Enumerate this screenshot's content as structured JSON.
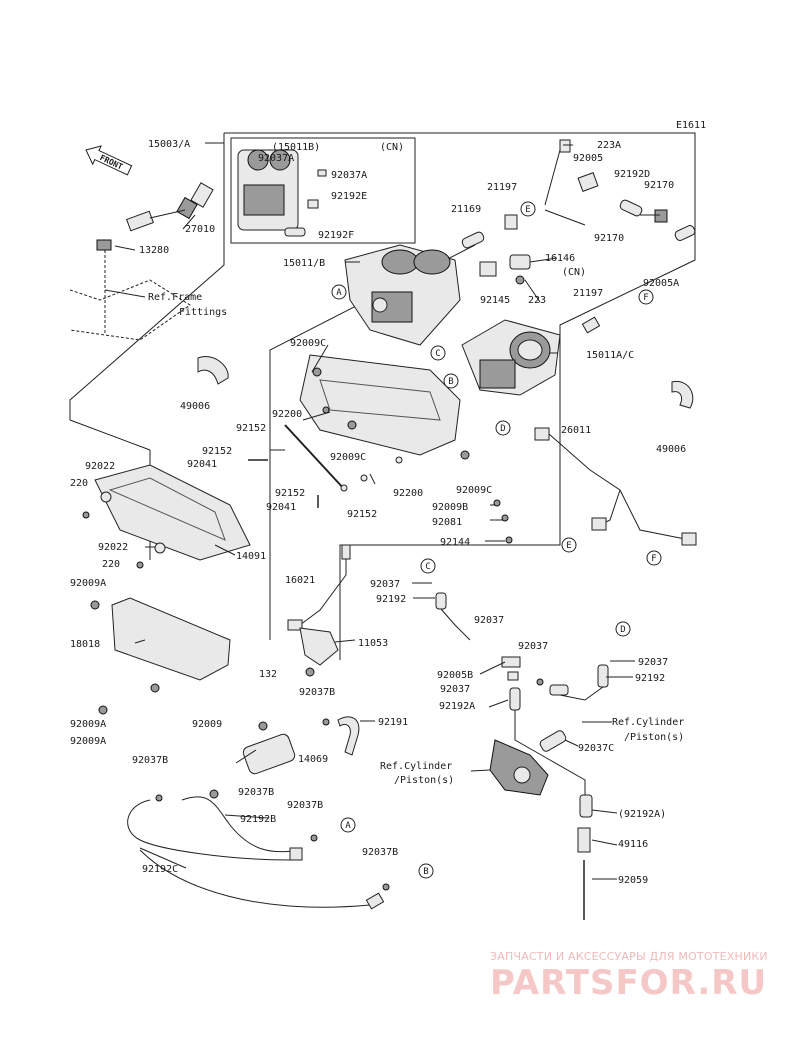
{
  "diagram_id": "E1611",
  "front_label": "FRONT",
  "cn_label": "(CN)",
  "refs": {
    "frame": [
      "Ref.Frame",
      "Fittings"
    ],
    "cyl_left": [
      "Ref.Cylinder",
      "/Piston(s)"
    ],
    "cyl_right": [
      "Ref.Cylinder",
      "/Piston(s)"
    ]
  },
  "labels": {
    "p15003A": "15003/A",
    "p15011B_inset": "(15011B)",
    "p92037A_inset1": "92037A",
    "p92037A_inset2": "92037A",
    "p92192E": "92192E",
    "p92192F": "92192F",
    "p27010": "27010",
    "p13280": "13280",
    "p15011B": "15011/B",
    "p21197a": "21197",
    "p21169": "21169",
    "p223A": "223A",
    "p92005": "92005",
    "p92192D": "92192D",
    "p92170a": "92170",
    "p92170b": "92170",
    "p92005A": "92005A",
    "p16146": "16146",
    "p223": "223",
    "p92145": "92145",
    "p21197b": "21197",
    "p15011AC": "15011A/C",
    "p92009C_1": "92009C",
    "p49006a": "49006",
    "p49006b": "49006",
    "p92200a": "92200",
    "p92152a": "92152",
    "p92152b": "92152",
    "p92041a": "92041",
    "p92009C_2": "92009C",
    "p26011": "26011",
    "p92022a": "92022",
    "p220a": "220",
    "p92152c": "92152",
    "p92041b": "92041",
    "p92152d": "92152",
    "p92200b": "92200",
    "p92009C_3": "92009C",
    "p92009B": "92009B",
    "p92081": "92081",
    "p92144": "92144",
    "p92022b": "92022",
    "p14091": "14091",
    "p220b": "220",
    "p16021": "16021",
    "p92009A_1": "92009A",
    "p92037_1": "92037",
    "p92192_1": "92192",
    "p92037_2": "92037",
    "p18018": "18018",
    "p11053": "11053",
    "p92037_3": "92037",
    "p92037_4": "92037",
    "p92005B": "92005B",
    "p92192_2": "92192",
    "p132": "132",
    "p92037_5": "92037",
    "p92192A": "92192A",
    "p92037B_1": "92037B",
    "p92191": "92191",
    "p92009A_2": "92009A",
    "p92009": "92009",
    "p92009A_3": "92009A",
    "p92037C": "92037C",
    "p14069": "14069",
    "p92037B_2": "92037B",
    "p92037B_3": "92037B",
    "p92192B": "92192B",
    "p92037B_4": "92037B",
    "p92192A_paren": "(92192A)",
    "p49116": "49116",
    "p92192C": "92192C",
    "p92037B_5": "92037B",
    "p92059": "92059"
  },
  "callouts": {
    "A1": "A",
    "B1": "B",
    "C1": "C",
    "D1": "D",
    "E1": "E",
    "F1": "F",
    "C2": "C",
    "D2": "D",
    "E2": "E",
    "F2": "F",
    "A2": "A",
    "B2": "B"
  },
  "watermark": {
    "tagline": "ЗАПЧАСТИ И АКСЕССУАРЫ ДЛЯ МОТОТЕХНИКИ",
    "logo": "PARTSFOR.RU"
  }
}
